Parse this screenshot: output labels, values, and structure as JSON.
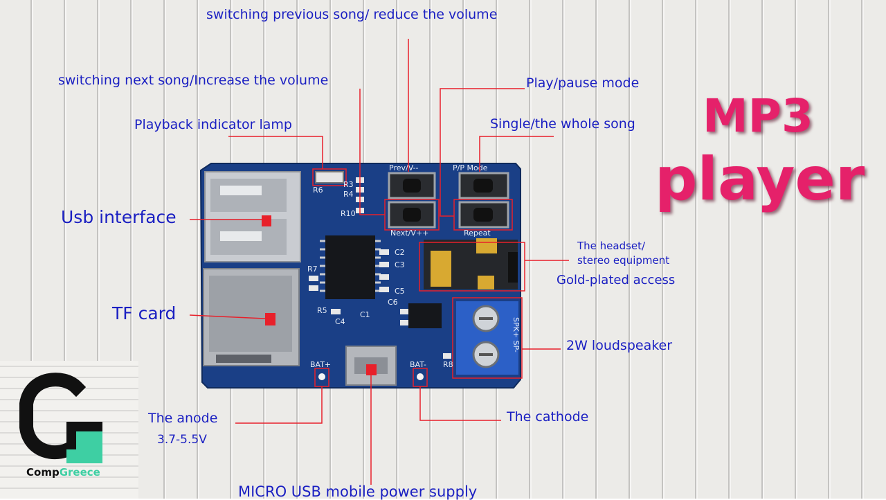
{
  "title": {
    "line1": "MP3",
    "line2": "player"
  },
  "labels": {
    "prev_song": "switching previous song/ reduce the volume",
    "next_song": "switching next song/Increase the volume",
    "playback_lamp": "Playback indicator lamp",
    "play_pause": "Play/pause mode",
    "single_whole": "Single/the whole song",
    "usb_interface": "Usb interface",
    "tf_card": "TF card",
    "headset_line1": "The headset/",
    "headset_line2": "stereo equipment",
    "gold_plated": "Gold-plated access",
    "loudspeaker": "2W loudspeaker",
    "anode_line1": "The anode",
    "anode_line2": "3.7-5.5V",
    "cathode": "The cathode",
    "micro_usb": "MICRO USB mobile power supply"
  },
  "board": {
    "prev_button": "Prev/V--",
    "next_button": "Next/V++",
    "pp_button": "P/P Mode",
    "repeat_button": "Repeat",
    "bat_plus": "BAT+",
    "bat_minus": "BAT-",
    "spk_label": "SPK+ SP-",
    "silk": [
      "R6",
      "R3",
      "R4",
      "R10",
      "R7",
      "R5",
      "R8",
      "C4",
      "C1",
      "C2",
      "C3",
      "C5",
      "C6"
    ]
  },
  "logo": {
    "part1": "Comp",
    "part2": "Greece"
  },
  "colors": {
    "label": "#1a1fc2",
    "title": "#e5216a",
    "leader": "#e8202a",
    "pcb": "#1a3f86",
    "logo_accent": "#3ecfa3"
  }
}
